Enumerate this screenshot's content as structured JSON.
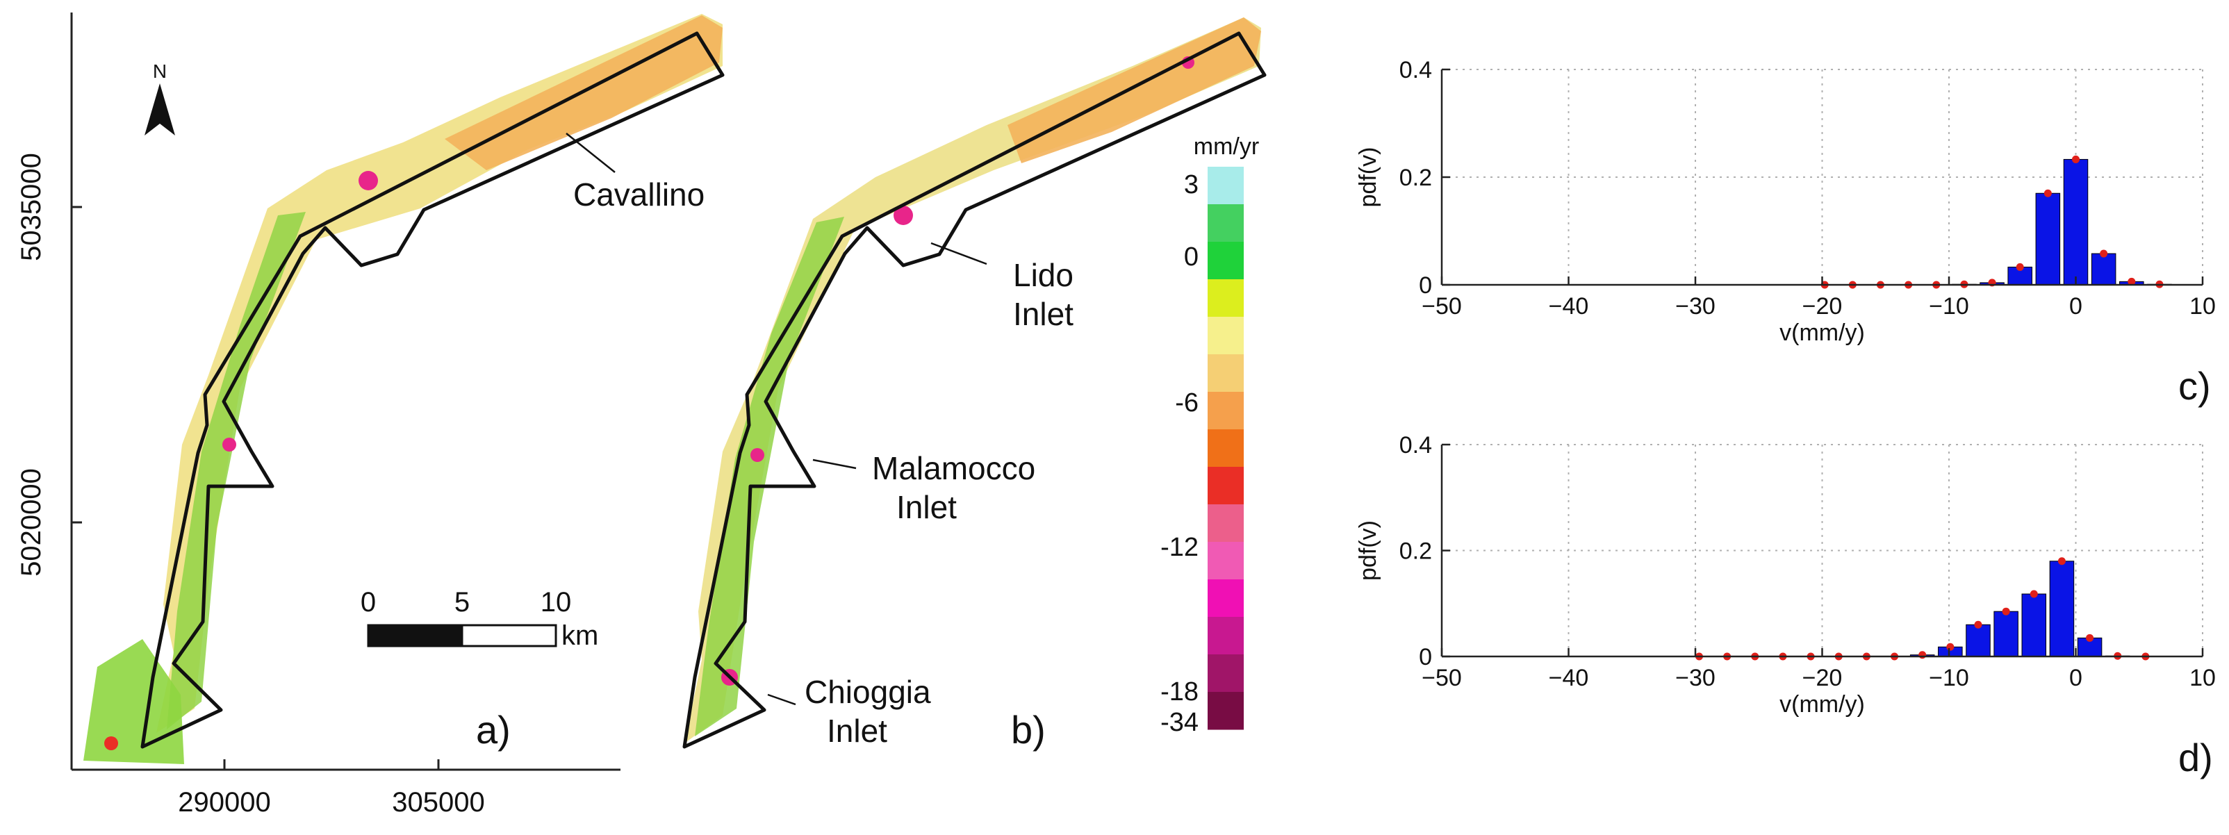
{
  "maps": {
    "north_label": "N",
    "y_ticks": [
      "5035000",
      "5020000"
    ],
    "x_ticks": [
      "290000",
      "305000"
    ],
    "scale_bar": {
      "labels": [
        "0",
        "5",
        "10"
      ],
      "unit": "km"
    },
    "panel_a_label": "a)",
    "panel_b_label": "b)",
    "place_labels": {
      "cavallino": "Cavallino",
      "lido": [
        "Lido",
        "Inlet"
      ],
      "malamocco": [
        "Malamocco",
        "Inlet"
      ],
      "chioggia": [
        "Chioggia",
        "Inlet"
      ]
    },
    "colorbar": {
      "unit": "mm/yr",
      "tick_labels": [
        "3",
        "0",
        "-6",
        "-12",
        "-18",
        "-34"
      ],
      "colors": [
        "#a8ecea",
        "#44d060",
        "#1fd23a",
        "#dcee1e",
        "#f6f08c",
        "#f5cf74",
        "#f5a04c",
        "#f07018",
        "#ea2e26",
        "#ec5f8b",
        "#f05ab4",
        "#f010b4",
        "#c81890",
        "#a01568",
        "#780c44"
      ]
    },
    "colors": {
      "outline": "#111111",
      "orange": "#f5a64a",
      "yellow": "#e8e27a",
      "green": "#8ed640",
      "magenta": "#e8258a"
    }
  },
  "chart_data": [
    {
      "type": "bar",
      "panel": "c)",
      "xlabel": "v(mm/y)",
      "ylabel": "pdf(v)",
      "xlim": [
        -50,
        10
      ],
      "ylim": [
        0,
        0.4
      ],
      "x_ticks": [
        -50,
        -40,
        -30,
        -20,
        -10,
        0,
        10
      ],
      "y_ticks": [
        0,
        0.2,
        0.4
      ],
      "grid": true,
      "x": [
        -19.8,
        -17.6,
        -15.4,
        -13.2,
        -11.0,
        -8.8,
        -6.6,
        -4.4,
        -2.2,
        0.0,
        2.2,
        4.4,
        6.6
      ],
      "values": [
        0,
        0,
        0,
        0,
        0,
        0.001,
        0.004,
        0.033,
        0.17,
        0.233,
        0.058,
        0.006,
        0.001
      ],
      "bar_color": "#0a14e6",
      "marker_color": "#e0201a"
    },
    {
      "type": "bar",
      "panel": "d)",
      "xlabel": "v(mm/y)",
      "ylabel": "pdf(v)",
      "xlim": [
        -50,
        10
      ],
      "ylim": [
        0,
        0.4
      ],
      "x_ticks": [
        -50,
        -40,
        -30,
        -20,
        -10,
        0,
        10
      ],
      "y_ticks": [
        0,
        0.2,
        0.4
      ],
      "grid": true,
      "x": [
        -29.7,
        -27.5,
        -25.3,
        -23.1,
        -20.9,
        -18.7,
        -16.5,
        -14.3,
        -12.1,
        -9.9,
        -7.7,
        -5.5,
        -3.3,
        -1.1,
        1.1,
        3.3,
        5.5
      ],
      "values": [
        0,
        0,
        0,
        0,
        0,
        0,
        0,
        0,
        0.003,
        0.018,
        0.06,
        0.085,
        0.118,
        0.18,
        0.035,
        0.001,
        0
      ],
      "bar_color": "#0a14e6",
      "marker_color": "#e0201a"
    }
  ]
}
